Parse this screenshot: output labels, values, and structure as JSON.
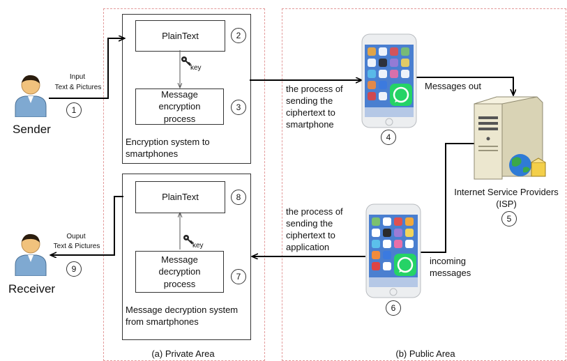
{
  "areas": {
    "private_label": "(a) Private Area",
    "public_label": "(b) Public Area"
  },
  "sender": {
    "name": "Sender",
    "input_title": "Input",
    "input_detail": "Text & Pictures",
    "step": "1"
  },
  "receiver": {
    "name": "Receiver",
    "output_title": "Ouput",
    "output_detail": "Text & Pictures",
    "step": "9"
  },
  "encryption": {
    "plaintext_label": "PlainText",
    "plaintext_step": "2",
    "key_label": "key",
    "process_label": "Message encryption process",
    "process_step": "3",
    "system_label": "Encryption system to smartphones"
  },
  "decryption": {
    "plaintext_label": "PlainText",
    "plaintext_step": "8",
    "key_label": "key",
    "process_label": "Message decryption process",
    "process_step": "7",
    "system_label": "Message decryption system from smartphones"
  },
  "public": {
    "send_to_phone_label": "the process of sending the ciphertext to smartphone",
    "phone_top_step": "4",
    "messages_out_label": "Messages out",
    "isp_label": "Internet Service Providers (ISP)",
    "isp_step": "5",
    "send_to_app_label": "the process of sending the ciphertext to application",
    "phone_bottom_step": "6",
    "incoming_label": "incoming messages"
  },
  "colors": {
    "area_border": "#e39a9a",
    "person_shirt": "#7fa9d1",
    "whatsapp": "#25d366",
    "server": "#ece7cf"
  }
}
